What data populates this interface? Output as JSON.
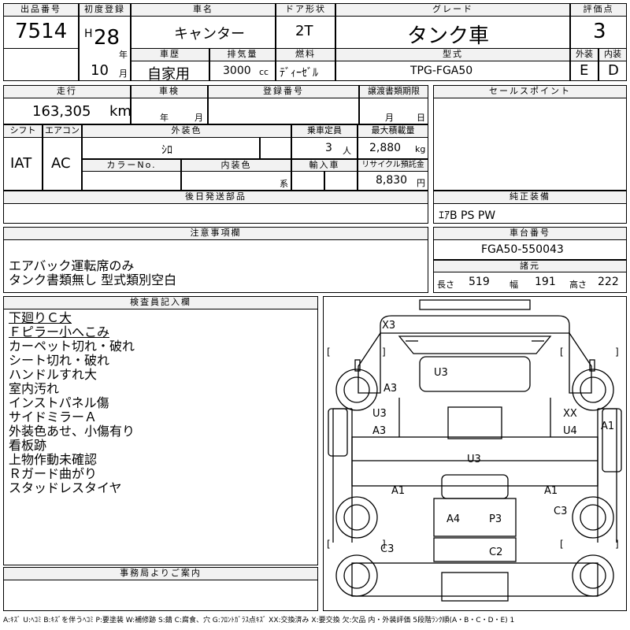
{
  "top": {
    "lot_no_label": "出品番号",
    "lot_no": "7514",
    "first_reg_label": "初度登録",
    "era": "H",
    "year": "28",
    "year_unit": "年",
    "month": "10",
    "month_unit": "月",
    "car_name_label": "車名",
    "car_name": "キャンター",
    "door_label": "ドア形状",
    "door": "2T",
    "grade_label": "グレード",
    "grade": "タンク車",
    "score_label": "評価点",
    "score": "3",
    "history_label": "車歴",
    "history": "自家用",
    "displacement_label": "排気量",
    "displacement": "3000",
    "displacement_unit": "cc",
    "fuel_label": "燃料",
    "fuel": "ﾃﾞｨｰｾﾞﾙ",
    "model_label": "型式",
    "model": "TPG-FGA50",
    "ext_label": "外装",
    "ext": "E",
    "int_label": "内装",
    "int": "D"
  },
  "row2": {
    "mileage_label": "走行",
    "mileage": "163,305",
    "mileage_unit": "km",
    "inspection_label": "車検",
    "inspection_year_unit": "年",
    "inspection_month_unit": "月",
    "reg_no_label": "登録番号",
    "transfer_label": "譲渡書類期限",
    "transfer_month_unit": "月",
    "transfer_day_unit": "日",
    "shift_label": "シフト",
    "shift": "IAT",
    "ac_label": "エアコン",
    "ac": "AC",
    "ext_color_label": "外装色",
    "ext_color": "ｼﾛ",
    "capacity_label": "乗車定員",
    "capacity": "3",
    "capacity_unit": "人",
    "max_load_label": "最大積載量",
    "max_load": "2,880",
    "max_load_unit": "kg",
    "color_no_label": "カラーNo.",
    "int_color_label": "内装色",
    "int_color_suffix": "系",
    "import_label": "輸入車",
    "recycle_label": "リサイクル預託金",
    "recycle": "8,830",
    "recycle_unit": "円",
    "later_parts_label": "後日発送部品",
    "sales_point_label": "セールスポイント",
    "genuine_label": "純正装備",
    "genuine": "ｴｱB PS PW"
  },
  "notes": {
    "caution_label": "注意事項欄",
    "caution_lines": [
      "エアバック運転席のみ",
      "タンク書類無し 型式類別空白"
    ],
    "chassis_label": "車台番号",
    "chassis": "FGA50-550043",
    "dims_label": "諸元",
    "length_label": "長さ",
    "length": "519",
    "width_label": "幅",
    "width": "191",
    "height_label": "高さ",
    "height": "222"
  },
  "inspector": {
    "label": "検査員記入欄",
    "lines": [
      "下廻りＣ大",
      "Ｆピラー小へこみ",
      "カーペット切れ・破れ",
      "シート切れ・破れ",
      "ハンドルすれ大",
      "室内汚れ",
      "インストパネル傷",
      "サイドミラーＡ",
      "外装色あせ、小傷有り",
      "看板跡",
      "上物作動未確認",
      "Ｒガード曲がり",
      "スタッドレスタイヤ"
    ]
  },
  "office": {
    "label": "事務局よりご案内"
  },
  "diagram": {
    "marks": [
      "X3",
      "U3",
      "A3",
      "U3",
      "A3",
      "XX",
      "U4",
      "A1",
      "U3",
      "A1",
      "A1",
      "C3",
      "A4",
      "P3",
      "C3",
      "C2"
    ],
    "brackets": [
      "[",
      "]",
      "[",
      "]",
      "[",
      "]",
      "[",
      "]"
    ]
  },
  "footer": {
    "legend": "A:ｷｽﾞ U:ﾍｺﾐ B:ｷｽﾞを伴うﾍｺﾐ P:要塗装 W:補修跡 S:錆 C:腐食、穴 G:ﾌﾛﾝﾄｶﾞﾗｽ点ｷｽﾞ XX:交換済み X:要交換 欠:欠品 内・外装評価 5段階ﾗﾝｸ順(A・B・C・D・E) 1"
  }
}
